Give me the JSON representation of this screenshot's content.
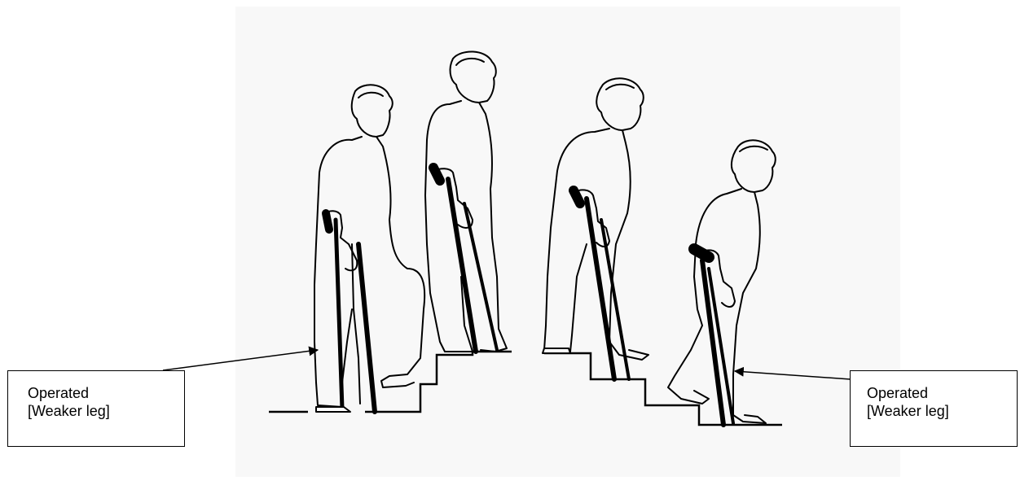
{
  "illustration": {
    "subject": "crutch-stairs-descent-figure",
    "figure_count": 4,
    "colors": {
      "ink": "#000000",
      "paper": "#f8f8f8"
    }
  },
  "callouts": {
    "left": {
      "line1": "Operated",
      "line2": "[Weaker leg]"
    },
    "right": {
      "line1": "Operated",
      "line2": "[Weaker leg]"
    }
  }
}
